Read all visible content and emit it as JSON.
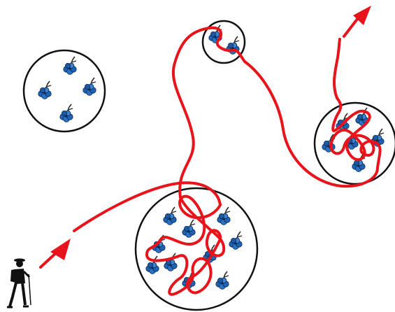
{
  "colors": {
    "path": "#e8141b",
    "patch_outline": "#111111",
    "flower_blue": "#1f63b4",
    "flower_dark": "#0b2a55",
    "hiker": "#111111"
  },
  "icons": {
    "hiker": "hiker-with-walking-stick-icon",
    "flower": "blue-flower-cluster-icon",
    "arrow": "arrowhead-icon"
  },
  "patches": [
    {
      "id": "patch-1",
      "flower_count": 4,
      "visited": false
    },
    {
      "id": "patch-2",
      "flower_count": 2,
      "visited": true
    },
    {
      "id": "patch-3",
      "flower_count": 6,
      "visited": true
    },
    {
      "id": "patch-4",
      "flower_count": 10,
      "visited": true
    }
  ]
}
